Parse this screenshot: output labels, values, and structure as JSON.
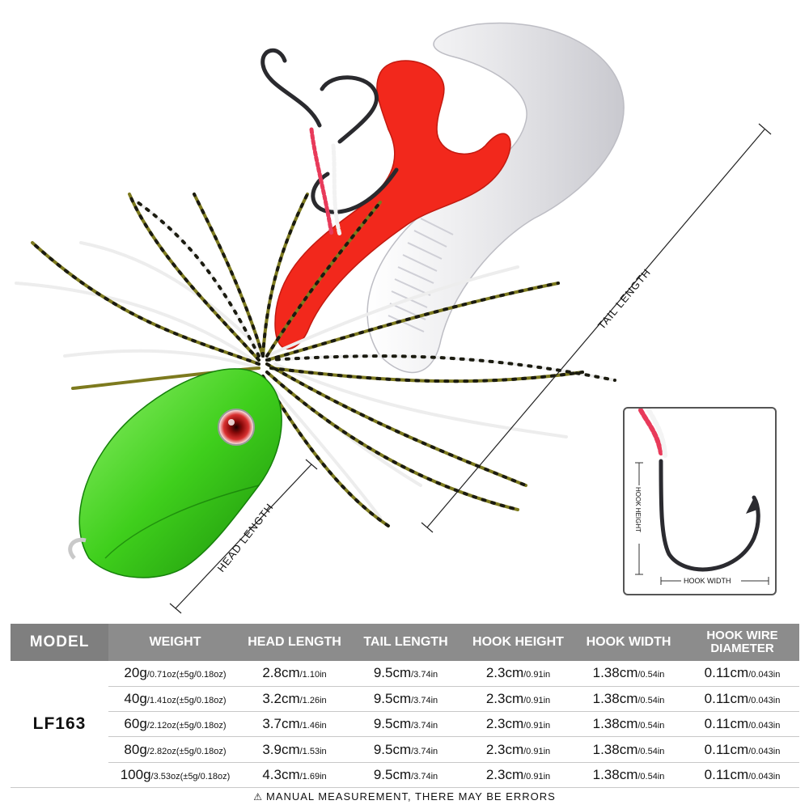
{
  "dimension_labels": {
    "tail_length": "TAIL LENGTH",
    "head_length": "HEAD LENGTH",
    "hook_height": "HOOK HEIGHT",
    "hook_width": "HOOK WIDTH"
  },
  "colors": {
    "head": "#3fcf1c",
    "tail_pearl": "#e6e6e8",
    "tail_red": "#f2281c",
    "skirt_olive": "#7d7a1e",
    "skirt_white": "#ededed",
    "header_gray": "#8c8c8c"
  },
  "table": {
    "headers": {
      "model": "MODEL",
      "weight": "WEIGHT",
      "head_length": "HEAD LENGTH",
      "tail_length": "TAIL LENGTH",
      "hook_height": "HOOK HEIGHT",
      "hook_width": "HOOK WIDTH",
      "wire_line1": "HOOK WIRE",
      "wire_line2": "DIAMETER"
    },
    "model": "LF163",
    "rows": [
      {
        "weight": "20g",
        "weight_sub": "/0.71oz(±5g/0.18oz)",
        "head": "2.8cm",
        "head_sub": "/1.10in",
        "tail": "9.5cm",
        "tail_sub": "/3.74in",
        "hook_h": "2.3cm",
        "hook_h_sub": "/0.91in",
        "hook_w": "1.38cm",
        "hook_w_sub": "/0.54in",
        "wire": "0.11cm",
        "wire_sub": "/0.043in"
      },
      {
        "weight": "40g",
        "weight_sub": "/1.41oz(±5g/0.18oz)",
        "head": "3.2cm",
        "head_sub": "/1.26in",
        "tail": "9.5cm",
        "tail_sub": "/3.74in",
        "hook_h": "2.3cm",
        "hook_h_sub": "/0.91in",
        "hook_w": "1.38cm",
        "hook_w_sub": "/0.54in",
        "wire": "0.11cm",
        "wire_sub": "/0.043in"
      },
      {
        "weight": "60g",
        "weight_sub": "/2.12oz(±5g/0.18oz)",
        "head": "3.7cm",
        "head_sub": "/1.46in",
        "tail": "9.5cm",
        "tail_sub": "/3.74in",
        "hook_h": "2.3cm",
        "hook_h_sub": "/0.91in",
        "hook_w": "1.38cm",
        "hook_w_sub": "/0.54in",
        "wire": "0.11cm",
        "wire_sub": "/0.043in"
      },
      {
        "weight": "80g",
        "weight_sub": "/2.82oz(±5g/0.18oz)",
        "head": "3.9cm",
        "head_sub": "/1.53in",
        "tail": "9.5cm",
        "tail_sub": "/3.74in",
        "hook_h": "2.3cm",
        "hook_h_sub": "/0.91in",
        "hook_w": "1.38cm",
        "hook_w_sub": "/0.54in",
        "wire": "0.11cm",
        "wire_sub": "/0.043in"
      },
      {
        "weight": "100g",
        "weight_sub": "/3.53oz(±5g/0.18oz)",
        "head": "4.3cm",
        "head_sub": "/1.69in",
        "tail": "9.5cm",
        "tail_sub": "/3.74in",
        "hook_h": "2.3cm",
        "hook_h_sub": "/0.91in",
        "hook_w": "1.38cm",
        "hook_w_sub": "/0.54in",
        "wire": "0.11cm",
        "wire_sub": "/0.043in"
      }
    ]
  },
  "footnote": {
    "icon": "warning-triangle-icon",
    "text": "MANUAL MEASUREMENT, THERE MAY BE ERRORS"
  }
}
